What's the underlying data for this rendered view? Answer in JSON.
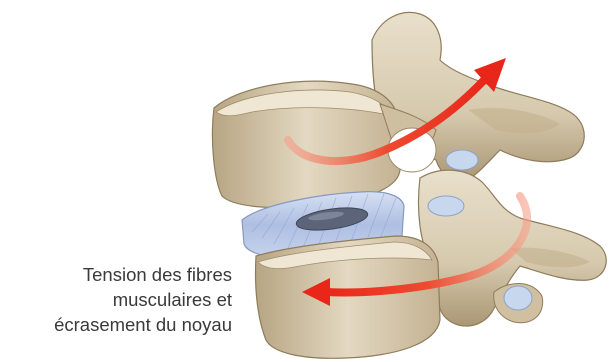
{
  "caption": {
    "lines": [
      "Tension des fibres",
      "musculaires et",
      "écrasement du noyau"
    ]
  },
  "colors": {
    "bone": "#d9cdb4",
    "bone_shadow": "#a89677",
    "disc": "#b9c8e6",
    "nucleus": "#5b6478",
    "arrow": "#e8271a",
    "cartilage": "#c7d7ee"
  }
}
